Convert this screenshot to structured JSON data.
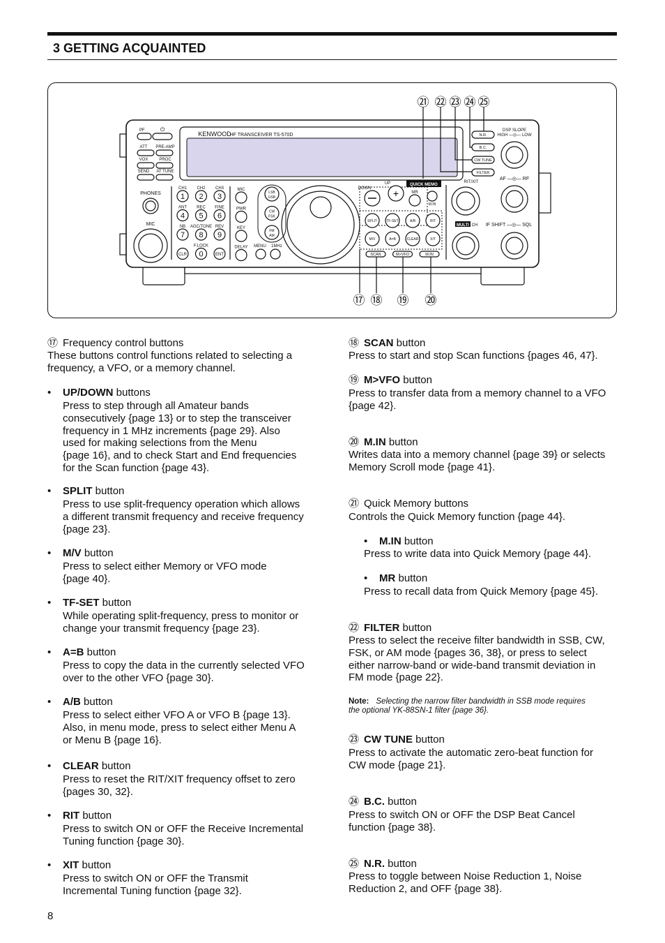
{
  "header": {
    "title": "3  GETTING ACQUAINTED"
  },
  "diagram": {
    "brand": "KENWOOD",
    "model": "HF  TRANSCEIVER  TS-570D",
    "callouts_top": [
      "㉑",
      "㉒",
      "㉓",
      "㉔",
      "㉕"
    ],
    "callouts_bottom": [
      "⑰",
      "⑱",
      "⑲",
      "⑳"
    ],
    "left_buttons": [
      "PF",
      "ATT",
      "PRE-AMP",
      "VOX",
      "PROC",
      "SEND",
      "AT TUNE"
    ],
    "jacks": [
      "PHONES",
      "MIC"
    ],
    "keypad": [
      {
        "top": "CH1",
        "key": "1"
      },
      {
        "top": "CH2",
        "key": "2"
      },
      {
        "top": "CH3",
        "key": "3"
      },
      {
        "top": "ANT",
        "key": "4"
      },
      {
        "top": "REC",
        "key": "5"
      },
      {
        "top": "FINE",
        "key": "6"
      },
      {
        "top": "NB",
        "key": "7"
      },
      {
        "top": "AGC/TONE",
        "key": "8"
      },
      {
        "top": "REV",
        "key": "9"
      },
      {
        "top": "",
        "key": "CLR"
      },
      {
        "top": "F.LOCK",
        "key": "0"
      },
      {
        "top": "",
        "key": "ENT"
      }
    ],
    "side_keys": [
      "MIC",
      "PWR",
      "KEY",
      "DELAY"
    ],
    "menu_keys": [
      "MENU",
      "1MHz"
    ],
    "mode_keys": [
      [
        "LSB",
        "USB"
      ],
      [
        "CW",
        "FSK"
      ],
      [
        "FM",
        "AM"
      ]
    ],
    "updown": [
      "UP",
      "DOWN"
    ],
    "quick_memo": {
      "label": "QUICK MEMO",
      "mr": "MR",
      "min": "M.IN"
    },
    "func_keys": [
      "SPLIT",
      "TF-SET",
      "A/B",
      "RIT",
      "M/V",
      "A=B",
      "CLEAR",
      "XIT"
    ],
    "bottom_keys": [
      "SCAN",
      "M>VFO",
      "M.IN"
    ],
    "right_keys": [
      "N.R.",
      "B.C.",
      "CW TUNE",
      "FILTER"
    ],
    "knob_labels": [
      "RIT/XIT",
      "MULTI",
      "CH",
      "DSP SLOPE",
      "HIGH —◎— LOW",
      "AF —◎— RF",
      "IF SHIFT —◎— SQL"
    ]
  },
  "left": [
    {
      "kind": "head",
      "num": "⑰",
      "bold": "",
      "rest": "Frequency control buttons"
    },
    {
      "kind": "para",
      "lines": [
        "These buttons control functions related to selecting a",
        "frequency, a VFO, or a memory channel."
      ]
    },
    {
      "kind": "bullet",
      "bold": "UP/DOWN",
      "rest": " buttons"
    },
    {
      "kind": "para",
      "lines": [
        "Press to step through all Amateur bands",
        "consecutively {page 13} or to step the transceiver",
        "frequency in 1 MHz increments {page 29}.  Also",
        "used for making selections from the Menu",
        "{page 16}, and to check Start and End frequencies",
        "for the Scan function {page 43}."
      ]
    },
    {
      "kind": "bullet",
      "bold": "SPLIT",
      "rest": " button"
    },
    {
      "kind": "para",
      "lines": [
        "Press to use split-frequency operation which allows",
        "a different transmit frequency and receive frequency",
        "{page 23}."
      ]
    },
    {
      "kind": "bullet",
      "bold": "M/V",
      "rest": " button"
    },
    {
      "kind": "para",
      "lines": [
        "Press to select either Memory or VFO mode",
        "{page 40}."
      ]
    },
    {
      "kind": "bullet",
      "bold": "TF-SET",
      "rest": " button"
    },
    {
      "kind": "para",
      "lines": [
        "While operating split-frequency, press to monitor or",
        "change your transmit frequency {page 23}."
      ]
    },
    {
      "kind": "bullet",
      "bold": "A=B",
      "rest": " button"
    },
    {
      "kind": "para",
      "lines": [
        "Press to copy the data in the currently selected VFO",
        "over to the other VFO {page 30}."
      ]
    },
    {
      "kind": "bullet",
      "bold": "A/B",
      "rest": " button"
    },
    {
      "kind": "para",
      "lines": [
        "Press to select either VFO A or VFO B {page 13}.",
        "Also, in menu mode, press to select either Menu A",
        "or Menu B {page 16}."
      ]
    },
    {
      "kind": "bullet",
      "bold": "CLEAR",
      "rest": " button"
    },
    {
      "kind": "para",
      "lines": [
        "Press to reset the RIT/XIT frequency offset to zero",
        "{pages 30, 32}."
      ]
    },
    {
      "kind": "bullet",
      "bold": "RIT",
      "rest": " button"
    },
    {
      "kind": "para",
      "lines": [
        "Press to switch ON or OFF the Receive Incremental",
        "Tuning function {page 30}."
      ]
    },
    {
      "kind": "bullet",
      "bold": "XIT",
      "rest": " button"
    },
    {
      "kind": "para",
      "lines": [
        "Press to switch ON or OFF the Transmit",
        "Incremental Tuning function {page 32}."
      ]
    }
  ],
  "right": [
    {
      "kind": "head",
      "num": "⑱",
      "bold": "SCAN",
      "rest": " button"
    },
    {
      "kind": "para",
      "lines": [
        "Press to start and stop Scan functions {pages 46, 47}."
      ]
    },
    {
      "kind": "head",
      "num": "⑲",
      "bold": "M>VFO",
      "rest": " button"
    },
    {
      "kind": "para",
      "lines": [
        "Press to transfer data from a memory channel to a VFO",
        "{page 42}."
      ]
    },
    {
      "kind": "head",
      "num": "⑳",
      "bold": "M.IN",
      "rest": " button"
    },
    {
      "kind": "para",
      "lines": [
        "Writes data into a memory channel {page 39} or selects",
        "Memory Scroll mode {page 41}."
      ]
    },
    {
      "kind": "head",
      "num": "㉑",
      "bold": "",
      "rest": "Quick Memory buttons"
    },
    {
      "kind": "para",
      "lines": [
        "Controls the Quick Memory function {page 44}."
      ]
    },
    {
      "kind": "bullet",
      "bold": "M.IN",
      "rest": " button"
    },
    {
      "kind": "para",
      "lines": [
        "Press to write data into Quick Memory {page 44}."
      ]
    },
    {
      "kind": "bullet",
      "bold": "MR",
      "rest": " button"
    },
    {
      "kind": "para",
      "lines": [
        "Press to recall data from Quick Memory {page 45}."
      ]
    },
    {
      "kind": "head",
      "num": "㉒",
      "bold": "FILTER",
      "rest": " button"
    },
    {
      "kind": "para",
      "lines": [
        "Press to select the receive filter bandwidth in SSB, CW,",
        "FSK, or AM mode {pages 36, 38}, or press to select",
        "either narrow-band or wide-band transmit deviation in",
        "FM mode {page 22}."
      ]
    },
    {
      "kind": "note",
      "label": "Note:",
      "lines": [
        "Selecting the narrow filter bandwidth in SSB mode requires",
        "the optional YK-88SN-1 filter {page 36}."
      ]
    },
    {
      "kind": "head",
      "num": "㉓",
      "bold": "CW TUNE",
      "rest": " button"
    },
    {
      "kind": "para",
      "lines": [
        "Press to activate the automatic zero-beat function for",
        "CW mode {page 21}."
      ]
    },
    {
      "kind": "head",
      "num": "㉔",
      "bold": "B.C.",
      "rest": " button"
    },
    {
      "kind": "para",
      "lines": [
        "Press to switch ON or OFF the DSP Beat Cancel",
        "function {page 38}."
      ]
    },
    {
      "kind": "head",
      "num": "㉕",
      "bold": "N.R.",
      "rest": " button"
    },
    {
      "kind": "para",
      "lines": [
        "Press to toggle between Noise Reduction 1, Noise",
        "Reduction 2, and OFF {page 38}."
      ]
    }
  ],
  "page_number": "8"
}
